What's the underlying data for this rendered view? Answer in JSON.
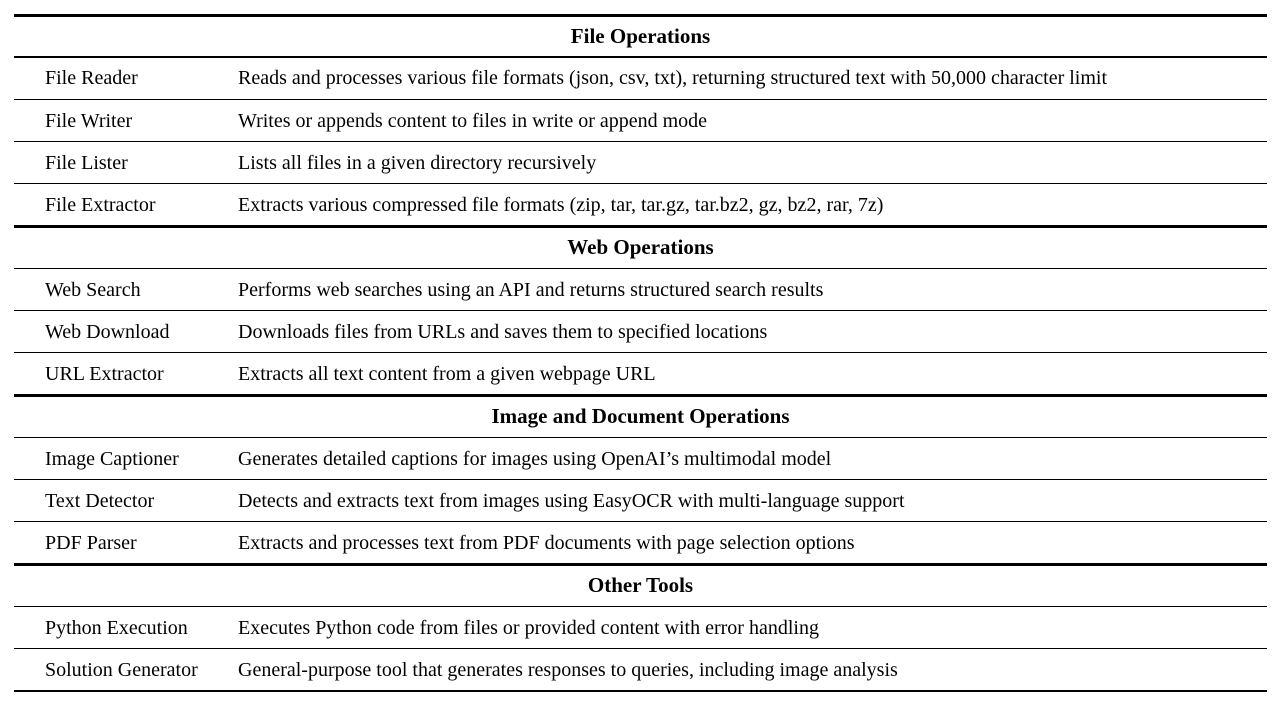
{
  "sections": [
    {
      "title": "File Operations",
      "rows": [
        {
          "name": "File Reader",
          "desc": "Reads and processes various file formats (json, csv, txt), returning structured text with 50,000 character limit"
        },
        {
          "name": "File Writer",
          "desc": "Writes or appends content to files in write or append mode"
        },
        {
          "name": "File Lister",
          "desc": "Lists all files in a given directory recursively"
        },
        {
          "name": "File Extractor",
          "desc": "Extracts various compressed file formats (zip, tar, tar.gz, tar.bz2, gz, bz2, rar, 7z)"
        }
      ]
    },
    {
      "title": "Web Operations",
      "rows": [
        {
          "name": "Web Search",
          "desc": "Performs web searches using an API and returns structured search results"
        },
        {
          "name": "Web Download",
          "desc": "Downloads files from URLs and saves them to specified locations"
        },
        {
          "name": "URL Extractor",
          "desc": "Extracts all text content from a given webpage URL"
        }
      ]
    },
    {
      "title": "Image and Document Operations",
      "rows": [
        {
          "name": "Image Captioner",
          "desc": "Generates detailed captions for images using OpenAI’s multimodal model"
        },
        {
          "name": "Text Detector",
          "desc": "Detects and extracts text from images using EasyOCR with multi-language support"
        },
        {
          "name": "PDF Parser",
          "desc": "Extracts and processes text from PDF documents with page selection options"
        }
      ]
    },
    {
      "title": "Other Tools",
      "rows": [
        {
          "name": "Python Execution",
          "desc": "Executes Python code from files or provided content with error handling"
        },
        {
          "name": "Solution Generator",
          "desc": "General-purpose tool that generates responses to queries, including image analysis"
        }
      ]
    }
  ]
}
